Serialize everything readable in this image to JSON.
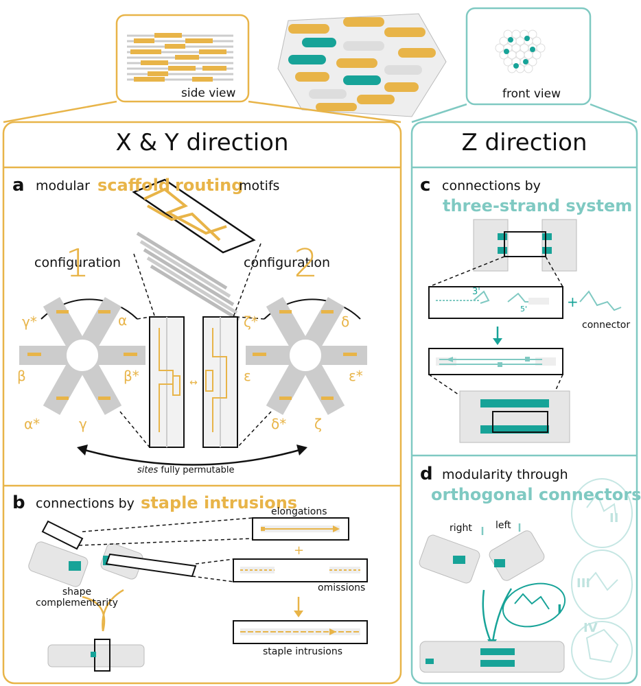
{
  "colors": {
    "gold": "#e8b448",
    "teal": "#17a398",
    "teal_light": "#7fc9c2",
    "gray": "#d9d9d9",
    "dark": "#111111"
  },
  "top": {
    "side_view_label": "side view",
    "front_view_label": "front view"
  },
  "left_panel": {
    "title": "X & Y direction",
    "a": {
      "letter": "a",
      "title_pre": "modular",
      "title_word1": "scaffold",
      "title_word2": "routing",
      "title_post": "motifs",
      "config1_text": "configuration",
      "config1_num": "1",
      "config2_text": "configuration",
      "config2_num": "2",
      "greek_left": [
        "γ*",
        "α",
        "β",
        "β*",
        "α*",
        "γ"
      ],
      "greek_right": [
        "ζ*",
        "δ",
        "ε",
        "ε*",
        "δ*",
        "ζ"
      ],
      "sites_italic": "sites",
      "sites_rest": "fully permutable"
    },
    "b": {
      "letter": "b",
      "title_pre": "connections by",
      "title_hl": "staple intrusions",
      "elongations": "elongations",
      "plus": "+",
      "omissions": "omissions",
      "shape_line1": "shape",
      "shape_line2": "complementarity",
      "staple_intrusions": "staple intrusions"
    }
  },
  "right_panel": {
    "title": "Z direction",
    "c": {
      "letter": "c",
      "title_pre": "connections by",
      "title_hl": "three-strand system",
      "three_prime": "3'",
      "five_prime": "5'",
      "plus": "+",
      "connector": "connector"
    },
    "d": {
      "letter": "d",
      "title_pre": "modularity through",
      "title_hl": "orthogonal connectors",
      "right": "right",
      "left": "left",
      "roman": [
        "I",
        "II",
        "III",
        "IV"
      ]
    }
  }
}
